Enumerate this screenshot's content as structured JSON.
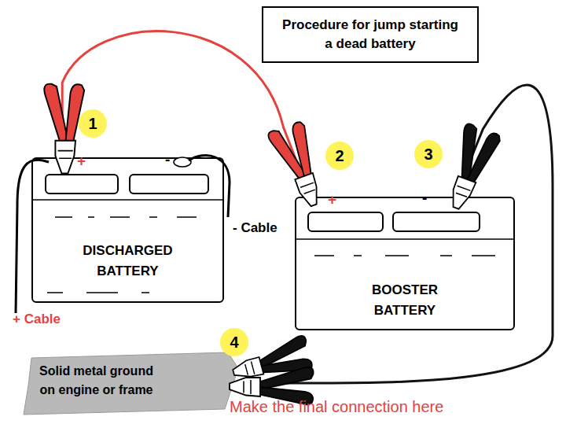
{
  "diagram": {
    "title": "Procedure for jump starting a dead battery",
    "nodes": [
      {
        "text": [
          "DISCHARGED BATTERY"
        ]
      },
      {
        "text": [
          "BOOSTER BATTERY"
        ]
      },
      {
        "text": [
          "Solid metal ground on engine or frame"
        ]
      }
    ],
    "edges": [
      {
        "from": 0,
        "to": 1,
        "arrow": "none"
      },
      {
        "from": 1,
        "to": 2,
        "arrow": "none"
      }
    ],
    "labels": [
      "1",
      "+",
      "-",
      "- Cable",
      "+ Cable",
      "2",
      "+",
      "3",
      "-",
      "4",
      "Make the final connection here"
    ]
  }
}
